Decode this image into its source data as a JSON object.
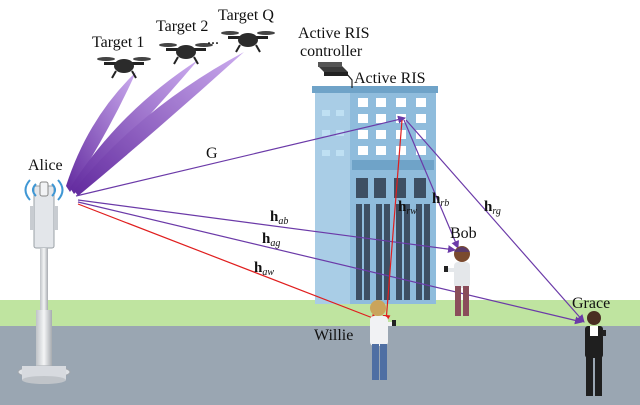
{
  "labels": {
    "target_1": "Target 1",
    "target_2": "Target 2",
    "target_q": "Target Q",
    "ellipsis": "...",
    "controller_line1": "Active RIS",
    "controller_line2": "controller",
    "active_ris": "Active RIS",
    "alice": "Alice",
    "bob": "Bob",
    "grace": "Grace",
    "willie": "Willie",
    "g": "G",
    "h_ab": {
      "base": "h",
      "sub": "ab"
    },
    "h_ag": {
      "base": "h",
      "sub": "ag"
    },
    "h_aw": {
      "base": "h",
      "sub": "aw"
    },
    "h_rw": {
      "base": "h",
      "sub": "rw"
    },
    "h_rb": {
      "base": "h",
      "sub": "rb"
    },
    "h_rg": {
      "base": "h",
      "sub": "rg"
    }
  },
  "colors": {
    "beam": "#7a3fbf",
    "link_purple": "#6b3aa8",
    "link_red": "#e01e1e",
    "building": "#8fbcdc",
    "grass": "#bfe4a0",
    "road": "#9aa6b2"
  }
}
